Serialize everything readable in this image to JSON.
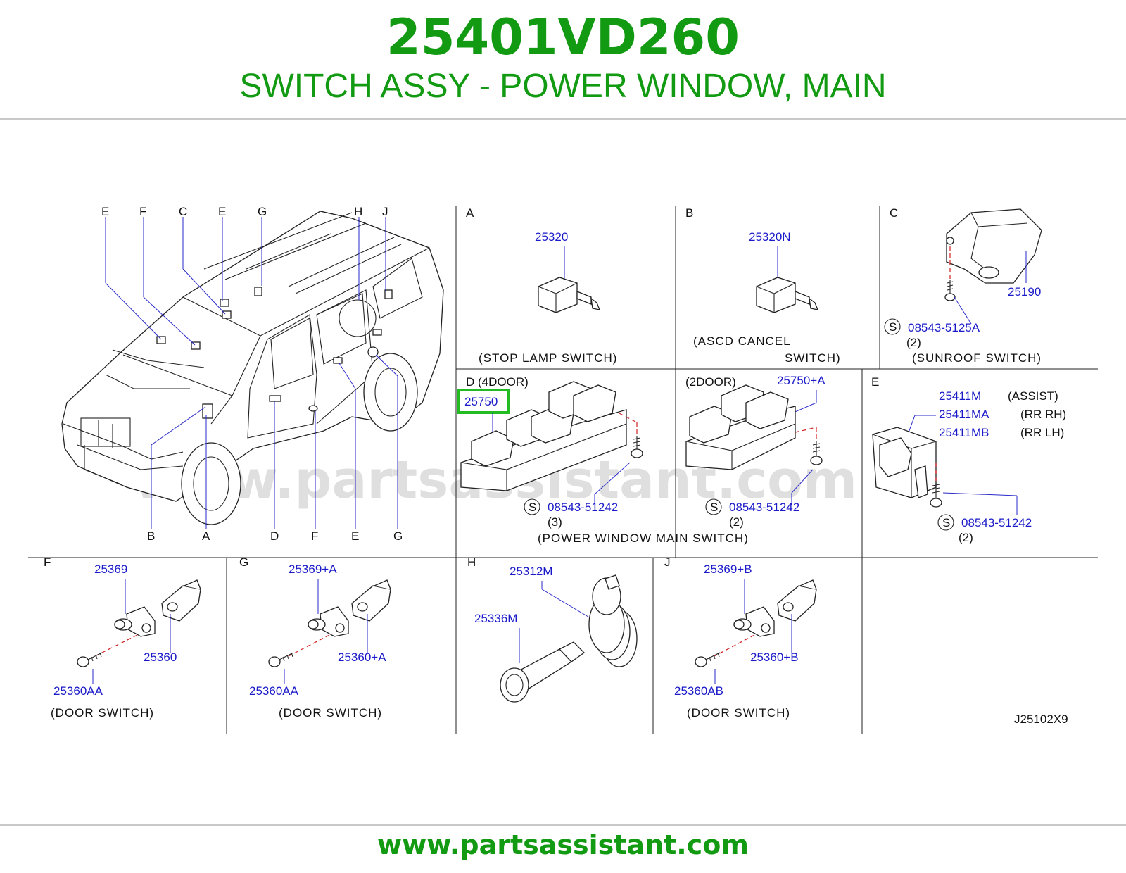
{
  "header": {
    "part_number": "25401VD260",
    "description": "SWITCH ASSY - POWER WINDOW, MAIN"
  },
  "footer": {
    "url": "www.partsassistant.com"
  },
  "diagram": {
    "watermark": "www.partsassistant.com",
    "drawing_id": "J25102X9",
    "vehicle_callouts_top": [
      "E",
      "F",
      "C",
      "E",
      "G",
      "H",
      "J"
    ],
    "vehicle_callouts_bottom": [
      "B",
      "A",
      "D",
      "F",
      "E",
      "G"
    ],
    "highlight_color": "#22bb22",
    "panels": {
      "A": {
        "letter": "A",
        "part": "25320",
        "caption": "(STOP   LAMP   SWITCH)"
      },
      "B": {
        "letter": "B",
        "part": "25320N",
        "caption_1": "(ASCD   CANCEL",
        "caption_2": "SWITCH)"
      },
      "C": {
        "letter": "C",
        "part": "25190",
        "screw_symbol": "S",
        "screw": "08543-5125A",
        "qty": "(2)",
        "caption": "(SUNROOF   SWITCH)"
      },
      "D": {
        "label_4door": "D  (4DOOR)",
        "label_2door": "(2DOOR)",
        "part_4door": "25750",
        "part_2door": "25750+A",
        "screw_symbol": "S",
        "screw_4door": "08543-51242",
        "qty_4door": "(3)",
        "screw_2door": "08543-51242",
        "qty_2door": "(2)",
        "caption": "(POWER    WINDOW    MAIN    SWITCH)"
      },
      "E": {
        "letter": "E",
        "parts": [
          {
            "no": "25411M",
            "note": "(ASSIST)"
          },
          {
            "no": "25411MA",
            "note": "(RR   RH)"
          },
          {
            "no": "25411MB",
            "note": "(RR   LH)"
          }
        ],
        "screw_symbol": "S",
        "screw": "08543-51242",
        "qty": "(2)"
      },
      "F": {
        "letter": "F",
        "switch": "25369",
        "bracket": "25360",
        "screw": "25360AA",
        "caption": "(DOOR   SWITCH)"
      },
      "G": {
        "letter": "G",
        "switch": "25369+A",
        "bracket": "25360+A",
        "screw": "25360AA",
        "caption": "(DOOR   SWITCH)"
      },
      "H": {
        "letter": "H",
        "lighter": "25336M",
        "socket": "25312M"
      },
      "J": {
        "letter": "J",
        "switch": "25369+B",
        "bracket": "25360+B",
        "screw": "25360AB",
        "caption": "(DOOR   SWITCH)"
      }
    }
  }
}
